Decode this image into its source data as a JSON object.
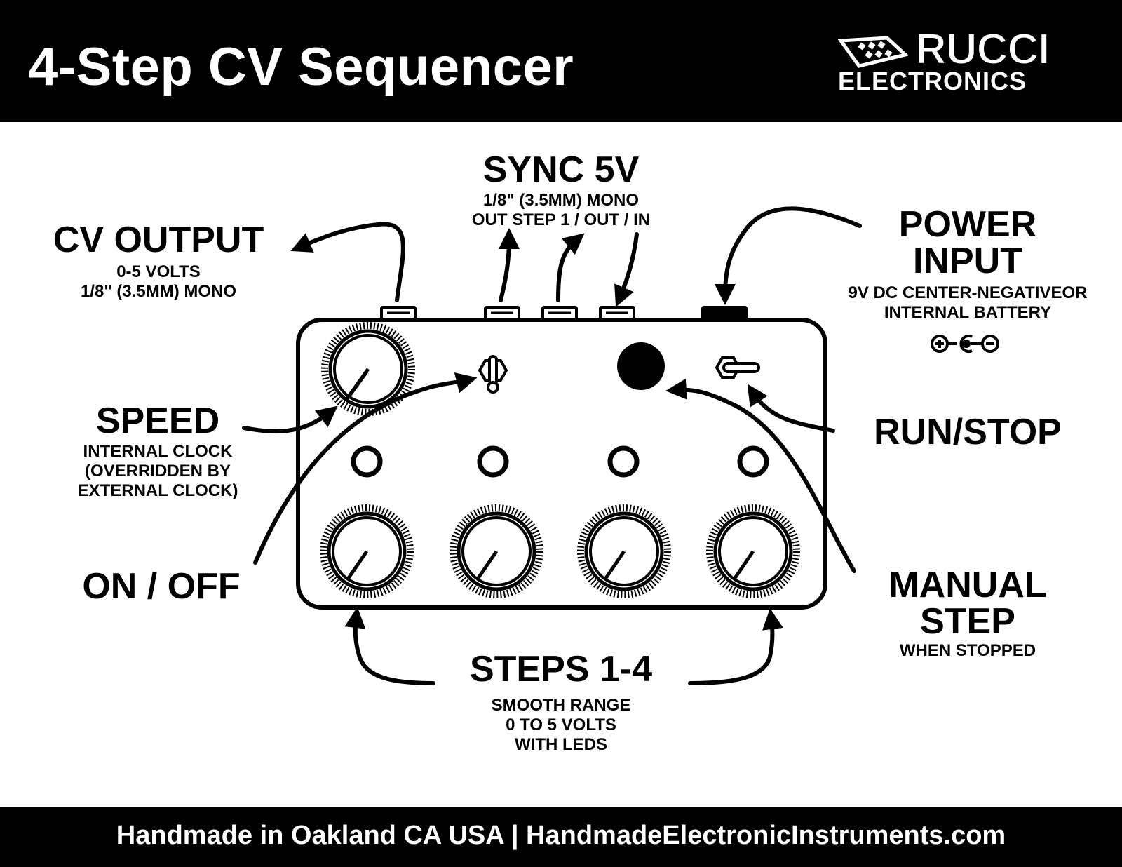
{
  "header": {
    "title": "4-Step CV Sequencer",
    "brand_name": "RUCCI",
    "brand_sub": "ELECTRONICS"
  },
  "labels": {
    "cv_output": {
      "title": "CV OUTPUT",
      "line1": "0-5 VOLTS",
      "line2": "1/8\" (3.5MM) MONO"
    },
    "sync": {
      "title": "SYNC 5V",
      "line1": "1/8\" (3.5MM) MONO",
      "line2": "OUT STEP 1 / OUT / IN"
    },
    "power": {
      "title1": "POWER",
      "title2": "INPUT",
      "line1": "9V DC CENTER-NEGATIVEOR",
      "line2": "INTERNAL BATTERY"
    },
    "speed": {
      "title": "SPEED",
      "line1": "INTERNAL CLOCK",
      "line2": "(OVERRIDDEN BY",
      "line3": "EXTERNAL CLOCK)"
    },
    "run_stop": {
      "title": "RUN/STOP"
    },
    "on_off": {
      "title": "ON / OFF"
    },
    "manual": {
      "title1": "MANUAL",
      "title2": "STEP",
      "line1": "WHEN STOPPED"
    },
    "steps": {
      "title": "STEPS 1-4",
      "line1": "SMOOTH RANGE",
      "line2": "0 TO 5 VOLTS",
      "line3": "WITH LEDS"
    }
  },
  "icons": {
    "polarity": "center-negative-polarity-icon",
    "toggle": "toggle-switch-icon",
    "footswitch": "footswitch-icon",
    "knob": "knob-icon",
    "led": "led-icon",
    "jack": "jack-icon"
  },
  "footer": {
    "text": "Handmade in Oakland CA USA | HandmadeElectronicInstruments.com"
  }
}
